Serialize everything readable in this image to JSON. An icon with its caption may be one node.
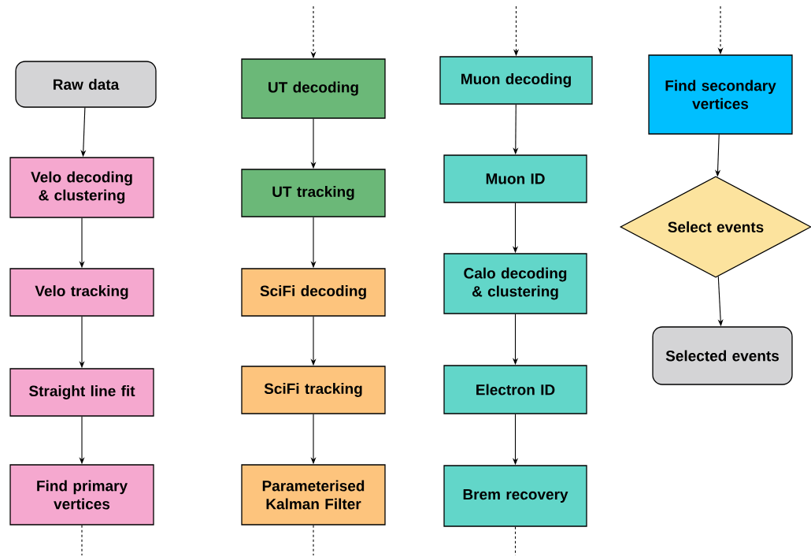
{
  "diagram": {
    "nodes": [
      {
        "text": [
          "Raw data"
        ]
      },
      {
        "text": [
          "Velo decoding & clustering"
        ]
      },
      {
        "text": [
          "Velo tracking"
        ]
      },
      {
        "text": [
          "Straight line fit"
        ]
      },
      {
        "text": [
          "Find primary vertices"
        ]
      },
      {
        "text": [
          "UT decoding"
        ]
      },
      {
        "text": [
          "UT tracking"
        ]
      },
      {
        "text": [
          "SciFi decoding"
        ]
      },
      {
        "text": [
          "SciFi tracking"
        ]
      },
      {
        "text": [
          "Parameterised Kalman Filter"
        ]
      },
      {
        "text": [
          "Muon decoding"
        ]
      },
      {
        "text": [
          "Muon ID"
        ]
      },
      {
        "text": [
          "Calo decoding & clustering"
        ]
      },
      {
        "text": [
          "Electron ID"
        ]
      },
      {
        "text": [
          "Brem recovery"
        ]
      },
      {
        "text": [
          "Find secondary vertices"
        ]
      },
      {
        "text": [
          "Select events"
        ]
      },
      {
        "text": [
          "Selected events"
        ]
      }
    ],
    "edges": [
      {
        "from": 0,
        "to": 1,
        "arrow": "to"
      },
      {
        "from": 1,
        "to": 2,
        "arrow": "to"
      },
      {
        "from": 2,
        "to": 3,
        "arrow": "to"
      },
      {
        "from": 3,
        "to": 4,
        "arrow": "to"
      },
      {
        "from": 4,
        "to": null,
        "arrow": "none",
        "style": "dashed"
      },
      {
        "from": null,
        "to": 5,
        "arrow": "to",
        "style": "dashed"
      },
      {
        "from": 5,
        "to": 6,
        "arrow": "to"
      },
      {
        "from": 6,
        "to": 7,
        "arrow": "to"
      },
      {
        "from": 7,
        "to": 8,
        "arrow": "to"
      },
      {
        "from": 8,
        "to": 9,
        "arrow": "to"
      },
      {
        "from": 9,
        "to": null,
        "arrow": "none",
        "style": "dashed"
      },
      {
        "from": null,
        "to": 10,
        "arrow": "to",
        "style": "dashed"
      },
      {
        "from": 10,
        "to": 11,
        "arrow": "to"
      },
      {
        "from": 11,
        "to": 12,
        "arrow": "to"
      },
      {
        "from": 12,
        "to": 13,
        "arrow": "to"
      },
      {
        "from": 13,
        "to": 14,
        "arrow": "to"
      },
      {
        "from": 14,
        "to": null,
        "arrow": "none",
        "style": "dashed"
      },
      {
        "from": null,
        "to": 15,
        "arrow": "to",
        "style": "dashed"
      },
      {
        "from": 15,
        "to": 16,
        "arrow": "to"
      },
      {
        "from": 16,
        "to": 17,
        "arrow": "to"
      }
    ]
  }
}
